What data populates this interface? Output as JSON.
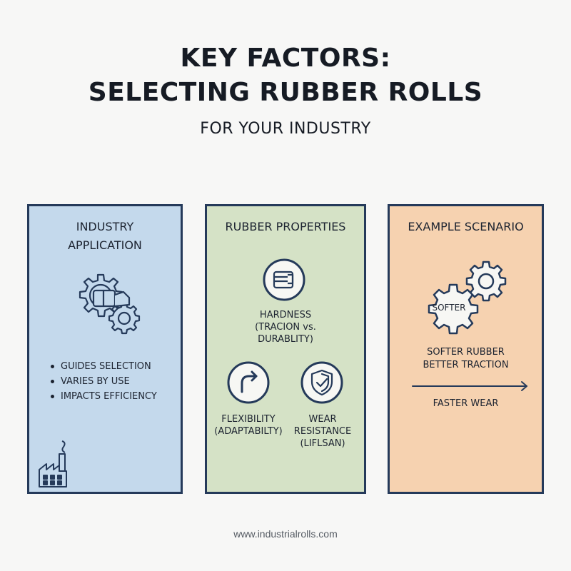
{
  "header": {
    "title_line1": "KEY FACTORS:",
    "title_line2": "SELECTING RUBBER ROLLS",
    "subtitle": "FOR YOUR INDUSTRY"
  },
  "panels": [
    {
      "title_line1": "INDUSTRY",
      "title_line2": "APPLICATION",
      "bullets": [
        "GUIDES SELECTION",
        "VARIES BY USE",
        "IMPACTS EFFICIENCY"
      ],
      "icons": [
        "gear-machine-icon",
        "factory-icon"
      ]
    },
    {
      "title": "RUBBER PROPERTIES",
      "items": [
        {
          "icon": "fist-icon",
          "line1": "HARDNESS",
          "line2": "(TRACION vs.",
          "line3": "DURABLITY)"
        },
        {
          "icon": "curved-arrow-icon",
          "line1": "FLEXIBILITY",
          "line2": "(ADAPTABILTY)"
        },
        {
          "icon": "shield-check-icon",
          "line1": "WEAR",
          "line2": "RESISTANCE",
          "line3": "(LIFLSAN)"
        }
      ]
    },
    {
      "title": "EXAMPLE SCENARIO",
      "gear_label": "SOFTER",
      "line1": "SOFTER RUBBER",
      "line2": "BETTER TRACTION",
      "line3": "FASTER WEAR",
      "icons": [
        "gear-pair-icon",
        "right-arrow-icon"
      ]
    }
  ],
  "footer": {
    "url": "www.industrialrolls.com"
  },
  "colors": {
    "panel_blue": "#c4d9ec",
    "panel_green": "#d5e2c6",
    "panel_orange": "#f6d2b0",
    "border_navy": "#253a5a",
    "background": "#f7f7f6"
  }
}
